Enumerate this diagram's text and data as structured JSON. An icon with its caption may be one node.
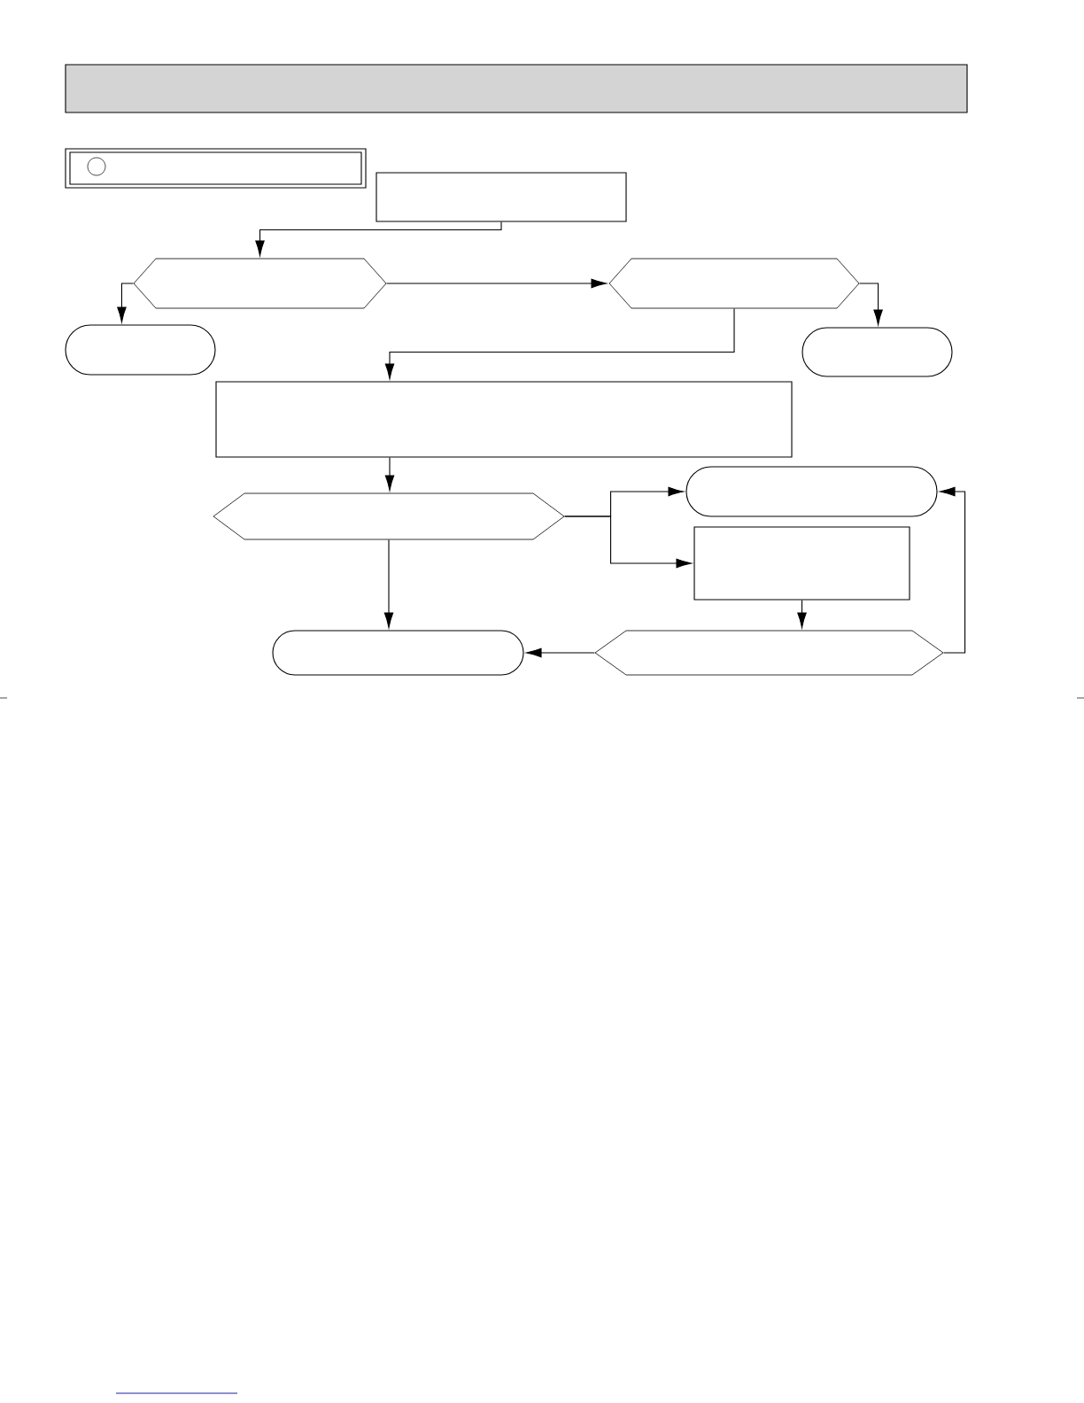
{
  "diagram": {
    "nodes": [
      {
        "text": [],
        "shape": "box"
      },
      {
        "text": [],
        "shape": "hexagon"
      },
      {
        "text": [],
        "shape": "hexagon"
      },
      {
        "text": [],
        "shape": "terminal"
      },
      {
        "text": [],
        "shape": "terminal"
      },
      {
        "text": [],
        "shape": "box"
      },
      {
        "text": [],
        "shape": "hexagon"
      },
      {
        "text": [],
        "shape": "terminal"
      },
      {
        "text": [],
        "shape": "box"
      },
      {
        "text": [],
        "shape": "terminal"
      },
      {
        "text": [],
        "shape": "hexagon"
      }
    ],
    "edges": [
      {
        "from": 0,
        "to": 1,
        "arrow": "to"
      },
      {
        "from": 1,
        "to": 3,
        "arrow": "to"
      },
      {
        "from": 1,
        "to": 2,
        "arrow": "to"
      },
      {
        "from": 2,
        "to": 4,
        "arrow": "to"
      },
      {
        "from": 2,
        "to": 5,
        "arrow": "to"
      },
      {
        "from": 5,
        "to": 6,
        "arrow": "to"
      },
      {
        "from": 6,
        "to": 7,
        "arrow": "to"
      },
      {
        "from": 6,
        "to": 8,
        "arrow": "to"
      },
      {
        "from": 6,
        "to": 9,
        "arrow": "to"
      },
      {
        "from": 8,
        "to": 10,
        "arrow": "to"
      },
      {
        "from": 10,
        "to": 9,
        "arrow": "to"
      },
      {
        "from": 10,
        "to": 7,
        "arrow": "to"
      }
    ]
  }
}
